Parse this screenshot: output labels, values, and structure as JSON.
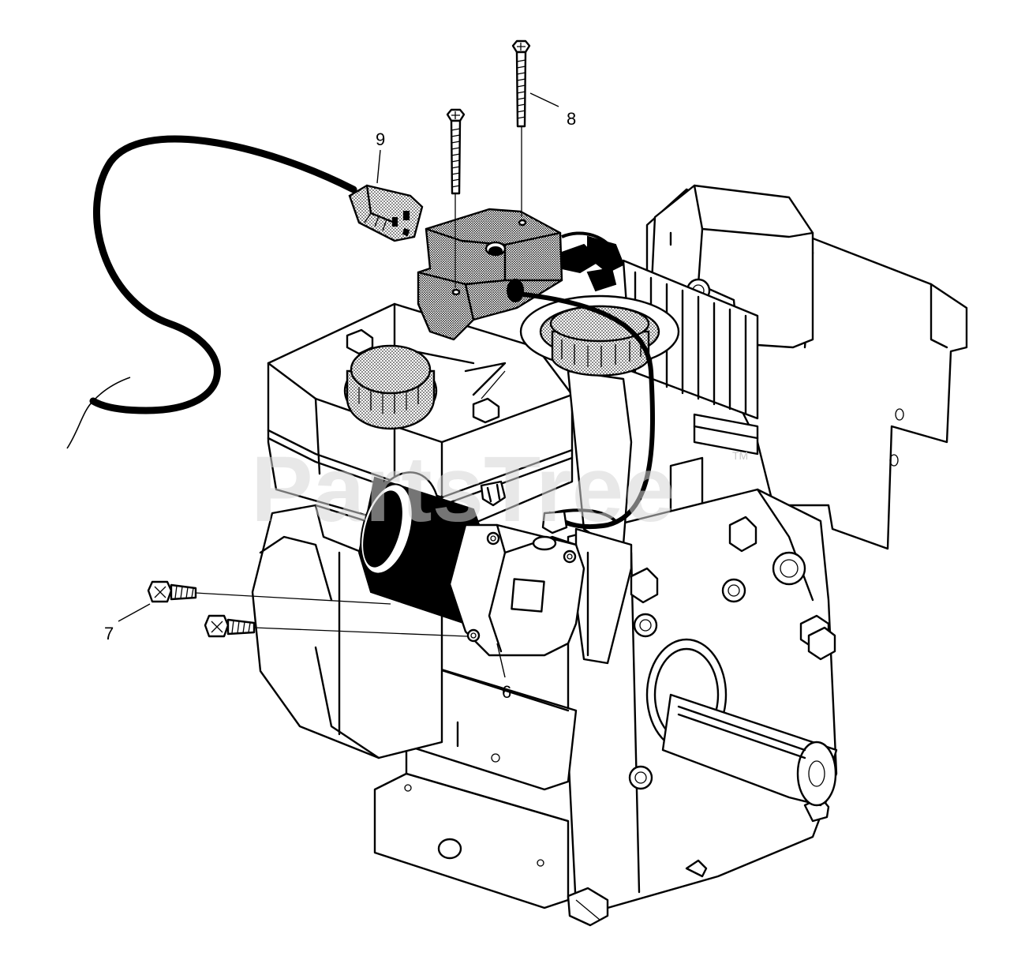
{
  "watermark": {
    "text": "PartsTree",
    "trademark": "TM"
  },
  "callouts": [
    {
      "id": "6",
      "label": "6"
    },
    {
      "id": "7",
      "label": "7"
    },
    {
      "id": "8",
      "label": "8"
    },
    {
      "id": "9",
      "label": "9"
    }
  ]
}
